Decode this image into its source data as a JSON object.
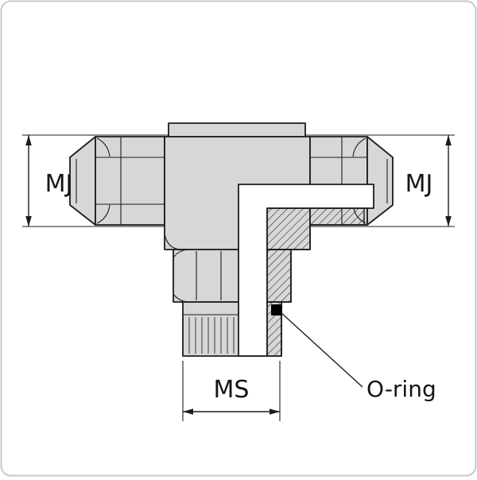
{
  "diagram": {
    "labels": {
      "left_dim": "MJ",
      "right_dim": "MJ",
      "bottom_dim": "MS",
      "oring": "O-ring"
    },
    "colors": {
      "background": "#ffffff",
      "frame_border": "#c9c9c9",
      "outline": "#1c1c1c",
      "metal_fill": "#d7d7d7",
      "bore_fill": "#ffffff",
      "hatch_line": "#1c1c1c",
      "oring_fill": "#000000",
      "label_text": "#141414"
    }
  }
}
